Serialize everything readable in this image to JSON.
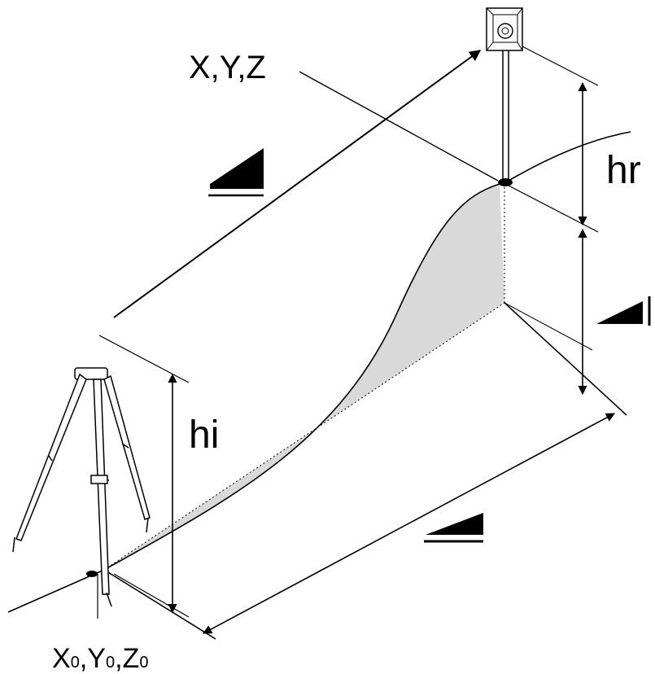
{
  "labels": {
    "target_point": "X,Y,Z",
    "reflector_height": "hr",
    "instrument_height": "hi",
    "station_x": "X",
    "station_sub": "0",
    "station_y": "Y",
    "station_z": "Z"
  },
  "icons": [
    "slope-distance-icon",
    "height-difference-icon",
    "horizontal-distance-icon"
  ],
  "colors": {
    "stroke": "#000000",
    "terrain_fill": "#d9d9d9",
    "background": "#ffffff"
  }
}
